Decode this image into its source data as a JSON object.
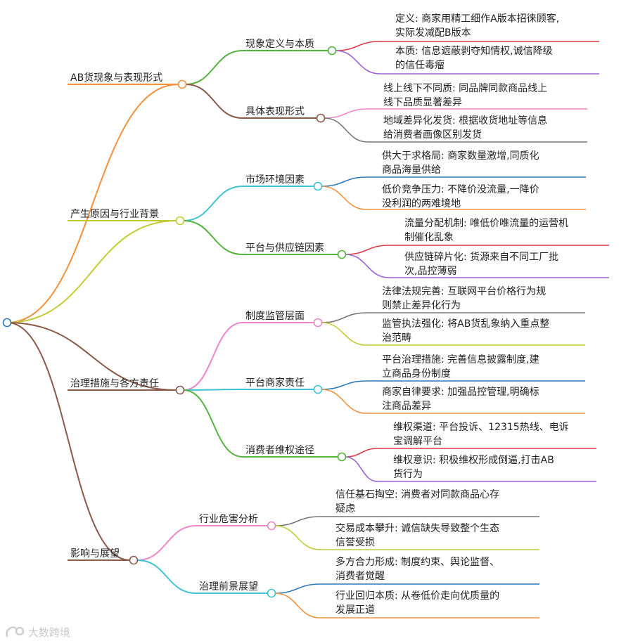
{
  "mindmap": {
    "branches": [
      {
        "label": "AB货现象与表现形式",
        "color": "#f2913d",
        "children": [
          {
            "label": "现象定义与本质",
            "color": "#55b33f",
            "leaves": [
              {
                "lines": [
                  "定义: 商家用精工细作A版本招徕顾客,",
                  "实际发减配B版本"
                ],
                "color": "#e0394a"
              },
              {
                "lines": [
                  "本质: 信息遮蔽剥夺知情权,诚信降级",
                  "的信任毒瘤"
                ],
                "color": "#9a63d1"
              }
            ]
          },
          {
            "label": "具体表现形式",
            "color": "#8b5a4a",
            "leaves": [
              {
                "lines": [
                  "线上线下不同质: 同品牌同款商品线上",
                  "线下品质显著差异"
                ],
                "color": "#ee85c8"
              },
              {
                "lines": [
                  "地域差异化发货: 根据收货地址等信息",
                  "给消费者画像区别发货"
                ],
                "color": "#777777"
              }
            ]
          }
        ]
      },
      {
        "label": "产生原因与行业背景",
        "color": "#c2cc34",
        "children": [
          {
            "label": "市场环境因素",
            "color": "#3ec3d4",
            "leaves": [
              {
                "lines": [
                  "供大于求格局: 商家数量激增,同质化",
                  "商品海量供给"
                ],
                "color": "#2d79b9"
              },
              {
                "lines": [
                  "低价竞争压力: 不降价没流量,一降价",
                  "没利润的两难境地"
                ],
                "color": "#f2913d"
              }
            ]
          },
          {
            "label": "平台与供应链因素",
            "color": "#55b33f",
            "leaves": [
              {
                "lines": [
                  "流量分配机制: 唯低价唯流量的运营机",
                  "制催化乱象"
                ],
                "color": "#e0394a"
              },
              {
                "lines": [
                  "供应链碎片化: 货源来自不同工厂批",
                  "次,品控薄弱"
                ],
                "color": "#9a63d1"
              }
            ]
          }
        ]
      },
      {
        "label": "治理措施与各方责任",
        "color": "#8b5a4a",
        "children": [
          {
            "label": "制度监管层面",
            "color": "#ee85c8",
            "leaves": [
              {
                "lines": [
                  "法律法规完善: 互联网平台价格行为规",
                  "则禁止差异化行为"
                ],
                "color": "#777777"
              },
              {
                "lines": [
                  "监管执法强化: 将AB货乱象纳入重点整",
                  "治范畴"
                ],
                "color": "#c2cc34"
              }
            ]
          },
          {
            "label": "平台商家责任",
            "color": "#3ec3d4",
            "leaves": [
              {
                "lines": [
                  "平台治理措施: 完善信息披露制度,建",
                  "立商品身份制度"
                ],
                "color": "#2d79b9"
              },
              {
                "lines": [
                  "商家自律要求: 加强品控管理,明确标",
                  "注商品差异"
                ],
                "color": "#f2913d"
              }
            ]
          },
          {
            "label": "消费者维权途径",
            "color": "#55b33f",
            "leaves": [
              {
                "lines": [
                  "维权渠道: 平台投诉、12315热线、电诉",
                  "宝调解平台"
                ],
                "color": "#e0394a"
              },
              {
                "lines": [
                  "维权意识: 积极维权形成倒逼,打击AB",
                  "货行为"
                ],
                "color": "#9a63d1"
              }
            ]
          }
        ]
      },
      {
        "label": "影响与展望",
        "color": "#8b5a4a",
        "children": [
          {
            "label": "行业危害分析",
            "color": "#ee85c8",
            "leaves": [
              {
                "lines": [
                  "信任基石掏空: 消费者对同款商品心存",
                  "疑虑"
                ],
                "color": "#777777"
              },
              {
                "lines": [
                  "交易成本攀升: 诚信缺失导致整个生态",
                  "信誉受损"
                ],
                "color": "#c2cc34"
              }
            ]
          },
          {
            "label": "治理前景展望",
            "color": "#3ec3d4",
            "leaves": [
              {
                "lines": [
                  "多方合力形成: 制度约束、舆论监督、",
                  "消费者觉醒"
                ],
                "color": "#2d79b9"
              },
              {
                "lines": [
                  "行业回归本质: 从卷低价走向优质量的",
                  "发展正道"
                ],
                "color": "#f2913d"
              }
            ]
          }
        ]
      }
    ]
  },
  "watermark": {
    "text": "大数跨境"
  }
}
